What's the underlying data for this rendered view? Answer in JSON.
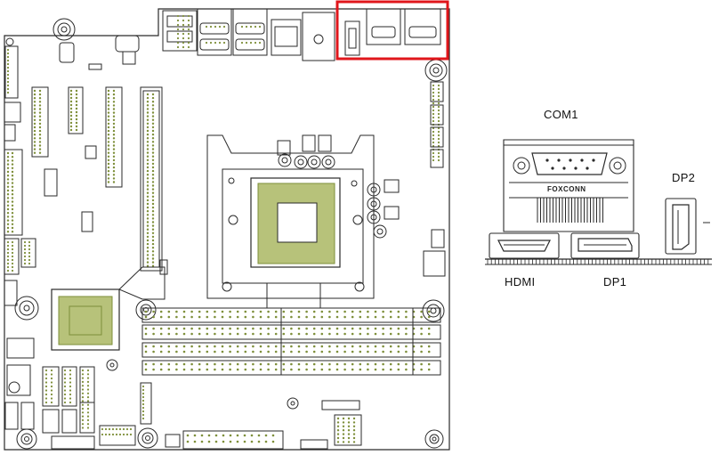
{
  "labels": {
    "com1": "COM1",
    "dp2": "DP2",
    "hdmi": "HDMI",
    "dp1": "DP1",
    "brand": "FOXCONN"
  },
  "colors": {
    "line": "#2a2a2a",
    "pad": "#7e8f3a",
    "pad_light": "#b7c27a",
    "highlight": "#e0161b"
  },
  "icons": {
    "highlight_box": "red-highlight-rectangle"
  }
}
